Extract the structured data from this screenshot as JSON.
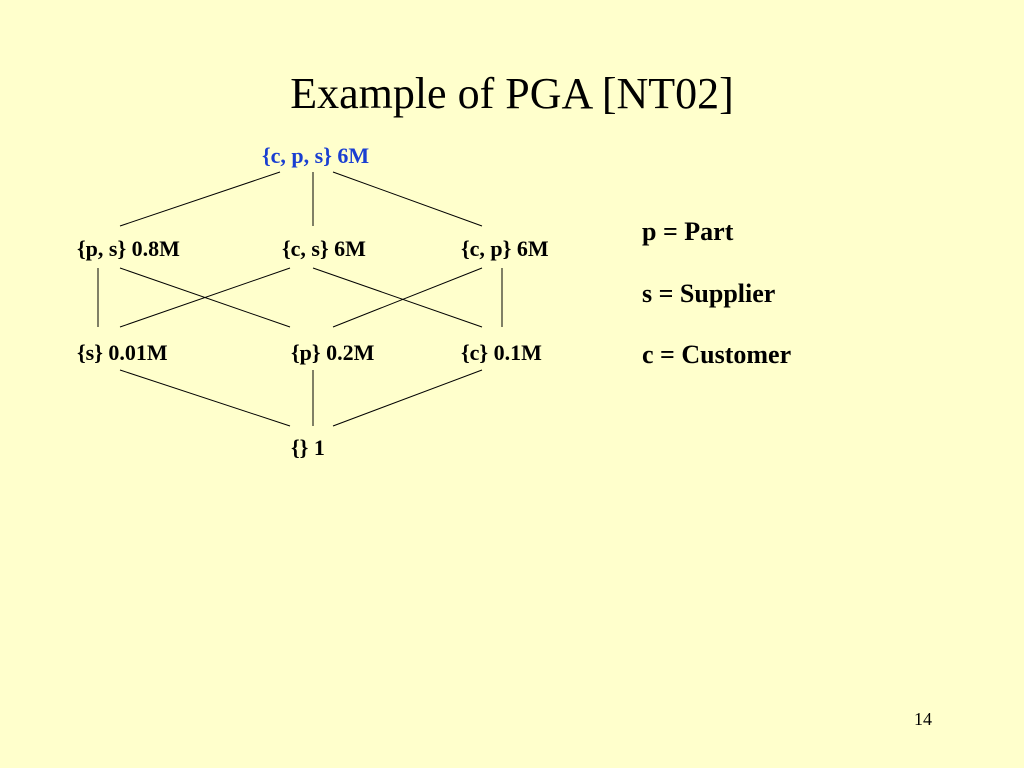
{
  "slide": {
    "title": "Example of PGA [NT02]",
    "page_number": "14"
  },
  "lattice": {
    "top": "{c, p, s} 6M",
    "level2": [
      "{p, s} 0.8M",
      "{c, s} 6M",
      "{c, p} 6M"
    ],
    "level1": [
      "{s} 0.01M",
      "{p} 0.2M",
      "{c} 0.1M"
    ],
    "bottom": "{} 1"
  },
  "legend": [
    "p = Part",
    "s = Supplier",
    "c = Customer"
  ],
  "colors": {
    "background": "#ffffcc",
    "top_node": "#1a3fd1",
    "text": "#000000"
  }
}
